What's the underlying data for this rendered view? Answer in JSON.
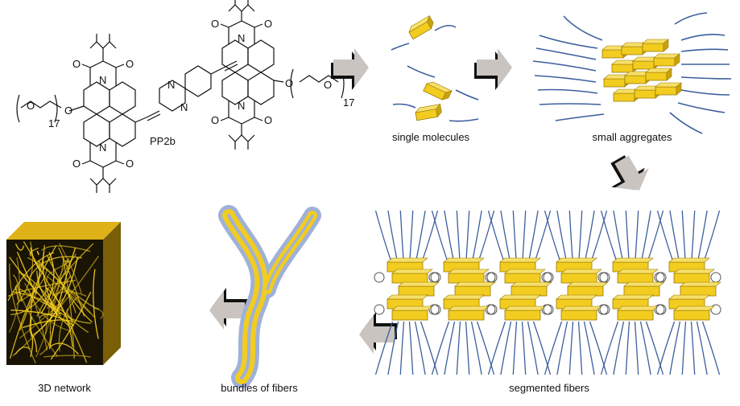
{
  "molecule": {
    "name": "PP2b",
    "atoms": {
      "oxygen": "O",
      "nitrogen": "N"
    },
    "repeat_count": "17"
  },
  "stages": {
    "single_molecules": "single molecules",
    "small_aggregates": "small aggregates",
    "segmented_fibers": "segmented fibers",
    "bundles_of_fibers": "bundles of fibers",
    "network_3d": "3D network"
  },
  "colors": {
    "core_yellow": "#f2cc1f",
    "core_edge": "#9a7a05",
    "chain_blue": "#3c5f9c",
    "arrow_gray": "#c9c4bf",
    "arrow_shadow": "#111111",
    "bundle_halo": "#9fb1d8"
  },
  "icons": [
    "process-arrow-icon"
  ]
}
